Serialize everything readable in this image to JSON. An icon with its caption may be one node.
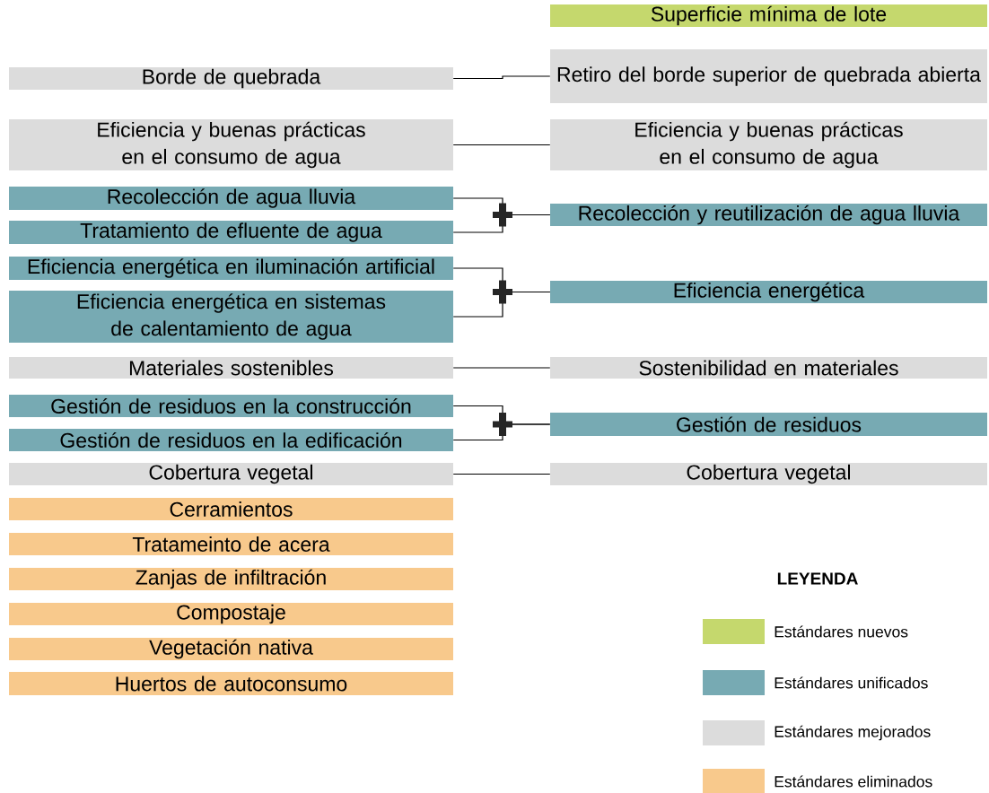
{
  "diagram": {
    "nodes": [
      {
        "text": [
          "Superficie mínima de lote"
        ]
      },
      {
        "text": [
          "Borde de quebrada"
        ]
      },
      {
        "text": [
          "Retiro del borde superior de quebrada abierta"
        ]
      },
      {
        "text": [
          "Eficiencia y buenas prácticas en el consumo de agua"
        ]
      },
      {
        "text": [
          "Eficiencia y buenas prácticas en el consumo de agua"
        ]
      },
      {
        "text": [
          "Recolección de agua lluvia"
        ]
      },
      {
        "text": [
          "Recolección y reutilización de agua lluvia"
        ]
      },
      {
        "text": [
          "Tratamiento de efluente de agua"
        ]
      },
      {
        "text": [
          "Eficiencia energética en iluminación artificial"
        ]
      },
      {
        "text": [
          "Eficiencia energética"
        ]
      },
      {
        "text": [
          "Eficiencia energética en sistemas de calentamiento de agua"
        ]
      },
      {
        "text": [
          "Materiales sostenibles"
        ]
      },
      {
        "text": [
          "Sostenibilidad en materiales"
        ]
      },
      {
        "text": [
          "Gestión de residuos en la construcción"
        ]
      },
      {
        "text": [
          "Gestión de residuos"
        ]
      },
      {
        "text": [
          "Gestión de residuos en la edificación"
        ]
      },
      {
        "text": [
          "Cobertura vegetal"
        ]
      },
      {
        "text": [
          "Cobertura vegetal"
        ]
      },
      {
        "text": [
          "Cerramientos"
        ]
      },
      {
        "text": [
          "Tratameinto de acera"
        ]
      },
      {
        "text": [
          "Zanjas de infiltración"
        ]
      },
      {
        "text": [
          "Compostaje"
        ]
      },
      {
        "text": [
          "Vegetación nativa"
        ]
      },
      {
        "text": [
          "Huertos de autoconsumo"
        ]
      }
    ],
    "edges": [
      {
        "from": 1,
        "to": 2,
        "arrow": "none"
      },
      {
        "from": 3,
        "to": 4,
        "arrow": "none"
      },
      {
        "from": 5,
        "to": 6,
        "arrow": "none"
      },
      {
        "from": 7,
        "to": 6,
        "arrow": "none"
      },
      {
        "from": 8,
        "to": 9,
        "arrow": "none"
      },
      {
        "from": 10,
        "to": 9,
        "arrow": "none"
      },
      {
        "from": 11,
        "to": 12,
        "arrow": "none"
      },
      {
        "from": 13,
        "to": 14,
        "arrow": "none"
      },
      {
        "from": 15,
        "to": 14,
        "arrow": "none"
      },
      {
        "from": 16,
        "to": 17,
        "arrow": "none"
      }
    ],
    "labels": [
      "LEYENDA"
    ],
    "legend": [
      {
        "text": "Estándares nuevos",
        "color": "#c5d86d"
      },
      {
        "text": "Estándares unificados",
        "color": "#77aab3"
      },
      {
        "text": "Estándares mejorados",
        "color": "#dcdcdc"
      },
      {
        "text": "Estándares eliminados",
        "color": "#f8c98c"
      }
    ]
  }
}
